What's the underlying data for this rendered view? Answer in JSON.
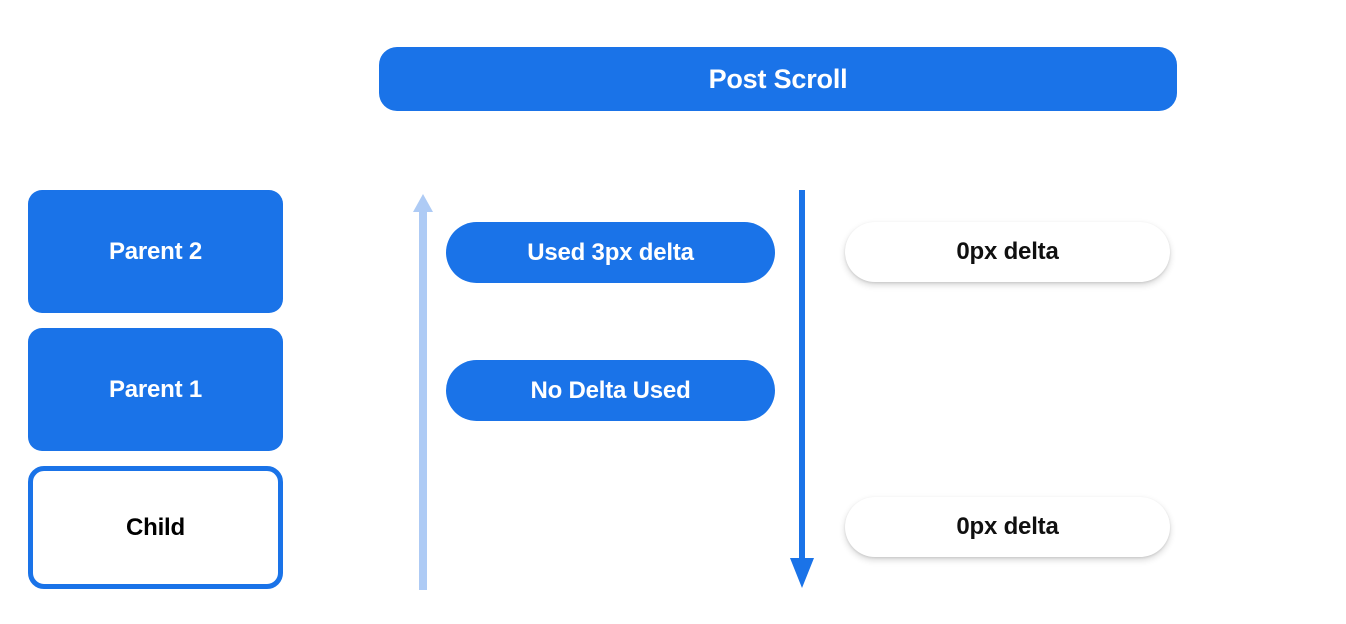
{
  "header": {
    "title": "Post Scroll"
  },
  "colors": {
    "primary_blue": "#1a73e8",
    "arrow_light_blue": "#aecbf5",
    "arrow_dark_blue": "#1a73e8",
    "text_on_blue": "#ffffff",
    "text_dark": "#101010",
    "background": "#ffffff"
  },
  "scroll_chain": {
    "boxes": [
      {
        "label": "Parent 2",
        "style": "filled"
      },
      {
        "label": "Parent 1",
        "style": "filled"
      },
      {
        "label": "Child",
        "style": "outlined"
      }
    ]
  },
  "arrows": [
    {
      "name": "bubble-up-arrow",
      "direction": "up",
      "color": "#aecbf5"
    },
    {
      "name": "dispatch-down-arrow",
      "direction": "down",
      "color": "#1a73e8"
    }
  ],
  "consumed": {
    "pills": [
      {
        "label": "Used 3px delta"
      },
      {
        "label": "No Delta Used"
      }
    ]
  },
  "remaining": {
    "pills": [
      {
        "label": "0px delta"
      },
      {
        "label": "0px delta"
      }
    ]
  }
}
